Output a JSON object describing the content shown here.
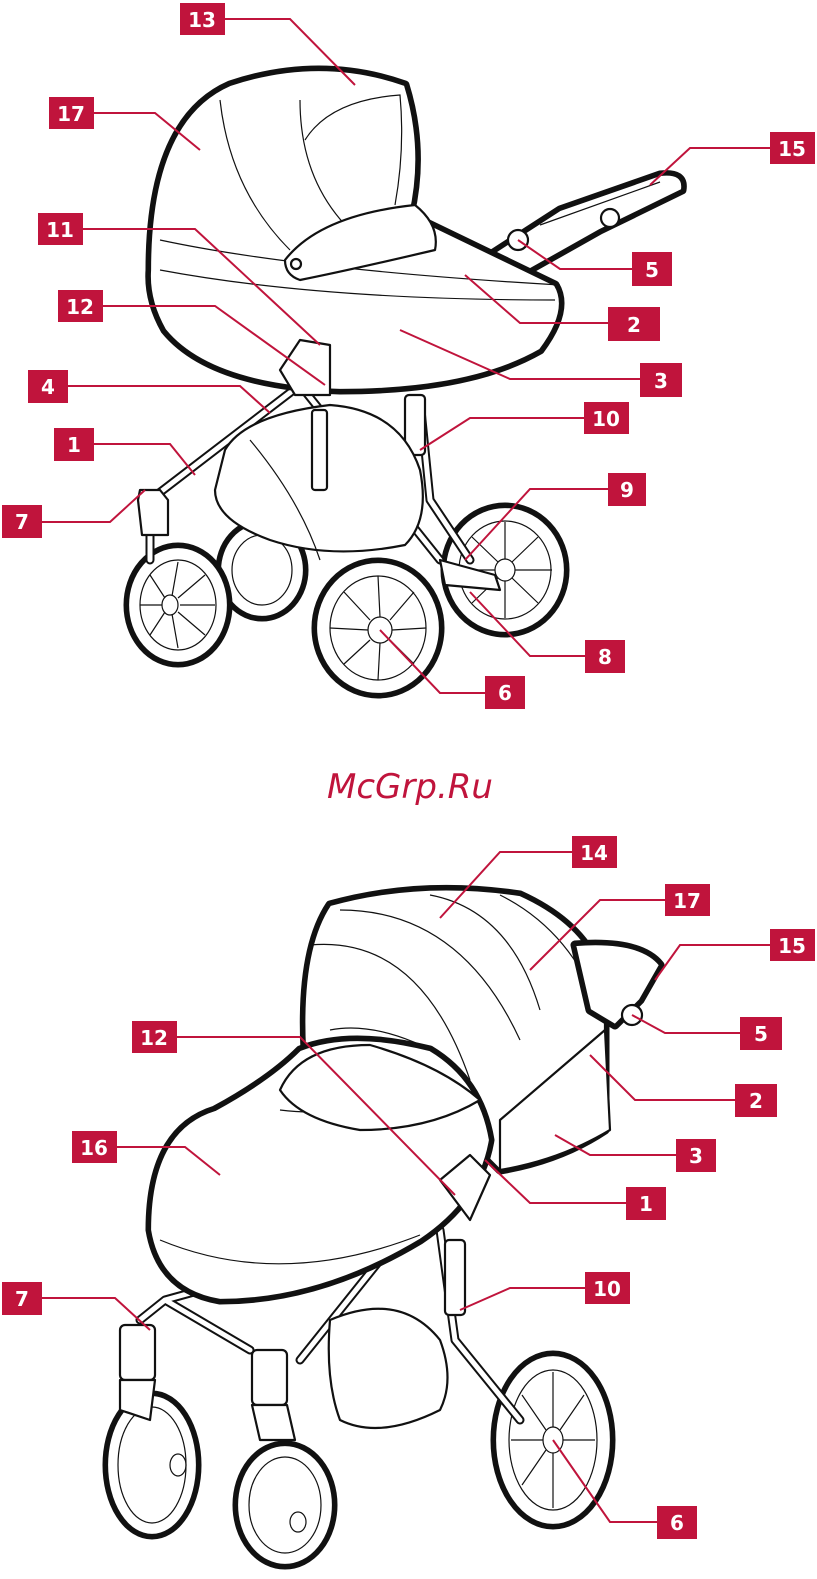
{
  "watermark": "McGrp.Ru",
  "colors": {
    "label_bg": "#c0143c",
    "label_text": "#ffffff",
    "line": "#111111"
  },
  "top_view": {
    "callouts": [
      "13",
      "17",
      "15",
      "11",
      "5",
      "12",
      "2",
      "3",
      "4",
      "10",
      "1",
      "9",
      "7",
      "8",
      "6"
    ]
  },
  "bottom_view": {
    "callouts": [
      "14",
      "17",
      "15",
      "12",
      "5",
      "2",
      "16",
      "3",
      "1",
      "7",
      "10",
      "6"
    ]
  }
}
